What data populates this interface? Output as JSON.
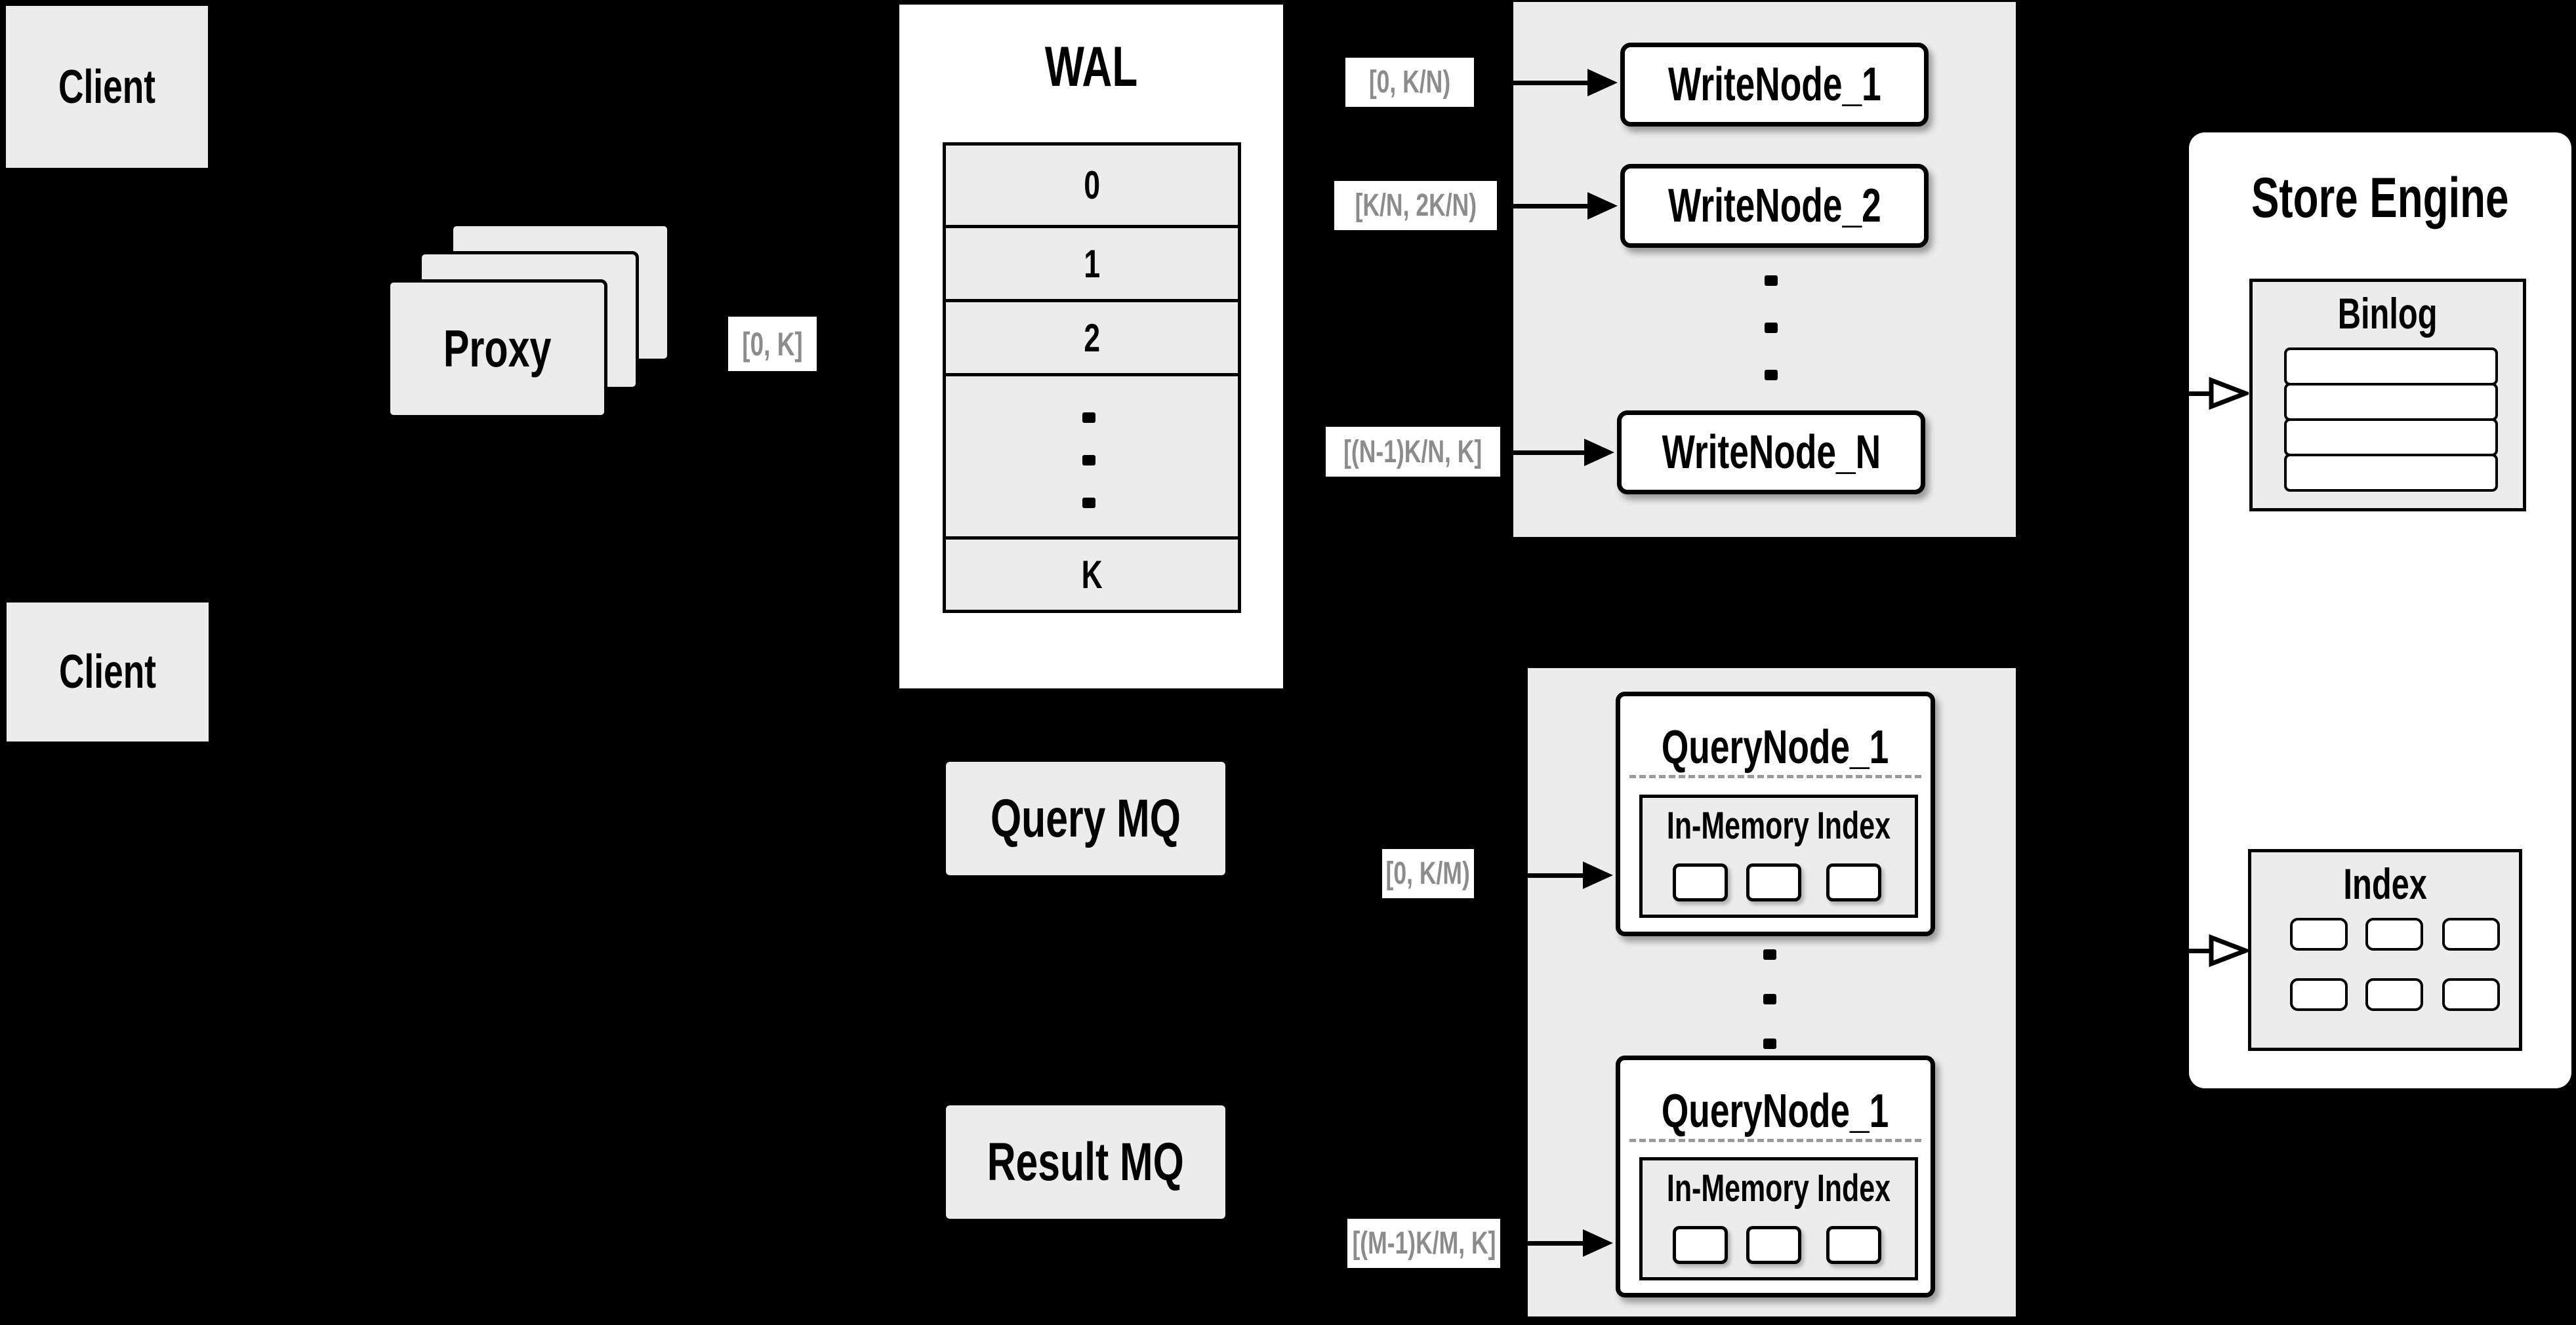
{
  "diagram": {
    "background": "#000000",
    "panel_color": "#ececec",
    "node_color": "#ffffff",
    "border_color": "#000000",
    "range_label_color": "#8c8c8c"
  },
  "clients": {
    "top": "Client",
    "bottom": "Client"
  },
  "proxy": {
    "label": "Proxy",
    "stack_count": 3
  },
  "ranges": {
    "proxy_out": "[0, K]",
    "write_1": "[0, K/N)",
    "write_2": "[K/N, 2K/N)",
    "write_n": "[(N-1)K/N, K]",
    "query_1": "[0, K/M)",
    "query_m": "[(M-1)K/M, K]"
  },
  "wal": {
    "title": "WAL",
    "segments": [
      "0",
      "1",
      "2"
    ],
    "last_segment": "K"
  },
  "write_nodes": {
    "node_1": "WriteNode_1",
    "node_2": "WriteNode_2",
    "node_n": "WriteNode_N"
  },
  "mq": {
    "query": "Query MQ",
    "result": "Result MQ"
  },
  "query_nodes": {
    "node_a": {
      "title": "QueryNode_1",
      "inner_title": "In-Memory Index",
      "cell_count": 3
    },
    "node_b": {
      "title": "QueryNode_1",
      "inner_title": "In-Memory Index",
      "cell_count": 3
    }
  },
  "store_engine": {
    "title": "Store Engine",
    "binlog": {
      "title": "Binlog",
      "row_count": 4
    },
    "index": {
      "title": "Index",
      "cell_count": 6
    }
  }
}
